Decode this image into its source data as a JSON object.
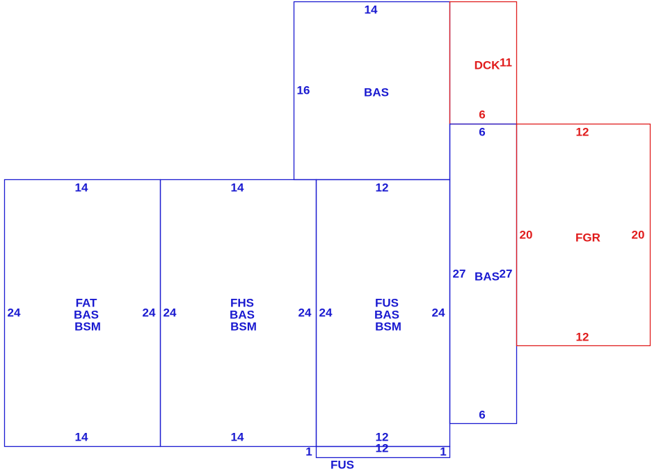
{
  "colors": {
    "living": "#1a1ad0",
    "non_living": "#e01c1c",
    "background": "#ffffff"
  },
  "sections": [
    {
      "id": "bas-top",
      "color_key": "living",
      "area_codes": [
        "BAS"
      ],
      "dims": [
        "14",
        "16"
      ]
    },
    {
      "id": "dck",
      "color_key": "non_living",
      "area_codes": [
        "DCK"
      ],
      "dims": [
        "11",
        "6"
      ]
    },
    {
      "id": "bas-right",
      "color_key": "living",
      "area_codes": [
        "BAS"
      ],
      "dims": [
        "6",
        "27",
        "27",
        "6"
      ]
    },
    {
      "id": "fgr",
      "color_key": "non_living",
      "area_codes": [
        "FGR"
      ],
      "dims": [
        "12",
        "20",
        "20",
        "12"
      ]
    },
    {
      "id": "fat",
      "color_key": "living",
      "area_codes": [
        "FAT",
        "BAS",
        "BSM"
      ],
      "dims": [
        "14",
        "24",
        "24",
        "14"
      ]
    },
    {
      "id": "fhs",
      "color_key": "living",
      "area_codes": [
        "FHS",
        "BAS",
        "BSM"
      ],
      "dims": [
        "14",
        "24",
        "24",
        "14"
      ]
    },
    {
      "id": "fus",
      "color_key": "living",
      "area_codes": [
        "FUS",
        "BAS",
        "BSM"
      ],
      "dims": [
        "12",
        "24",
        "24",
        "12"
      ]
    },
    {
      "id": "fus-strip",
      "color_key": "living",
      "area_codes": [
        "FUS"
      ],
      "dims": [
        "12",
        "1",
        "1"
      ]
    }
  ]
}
